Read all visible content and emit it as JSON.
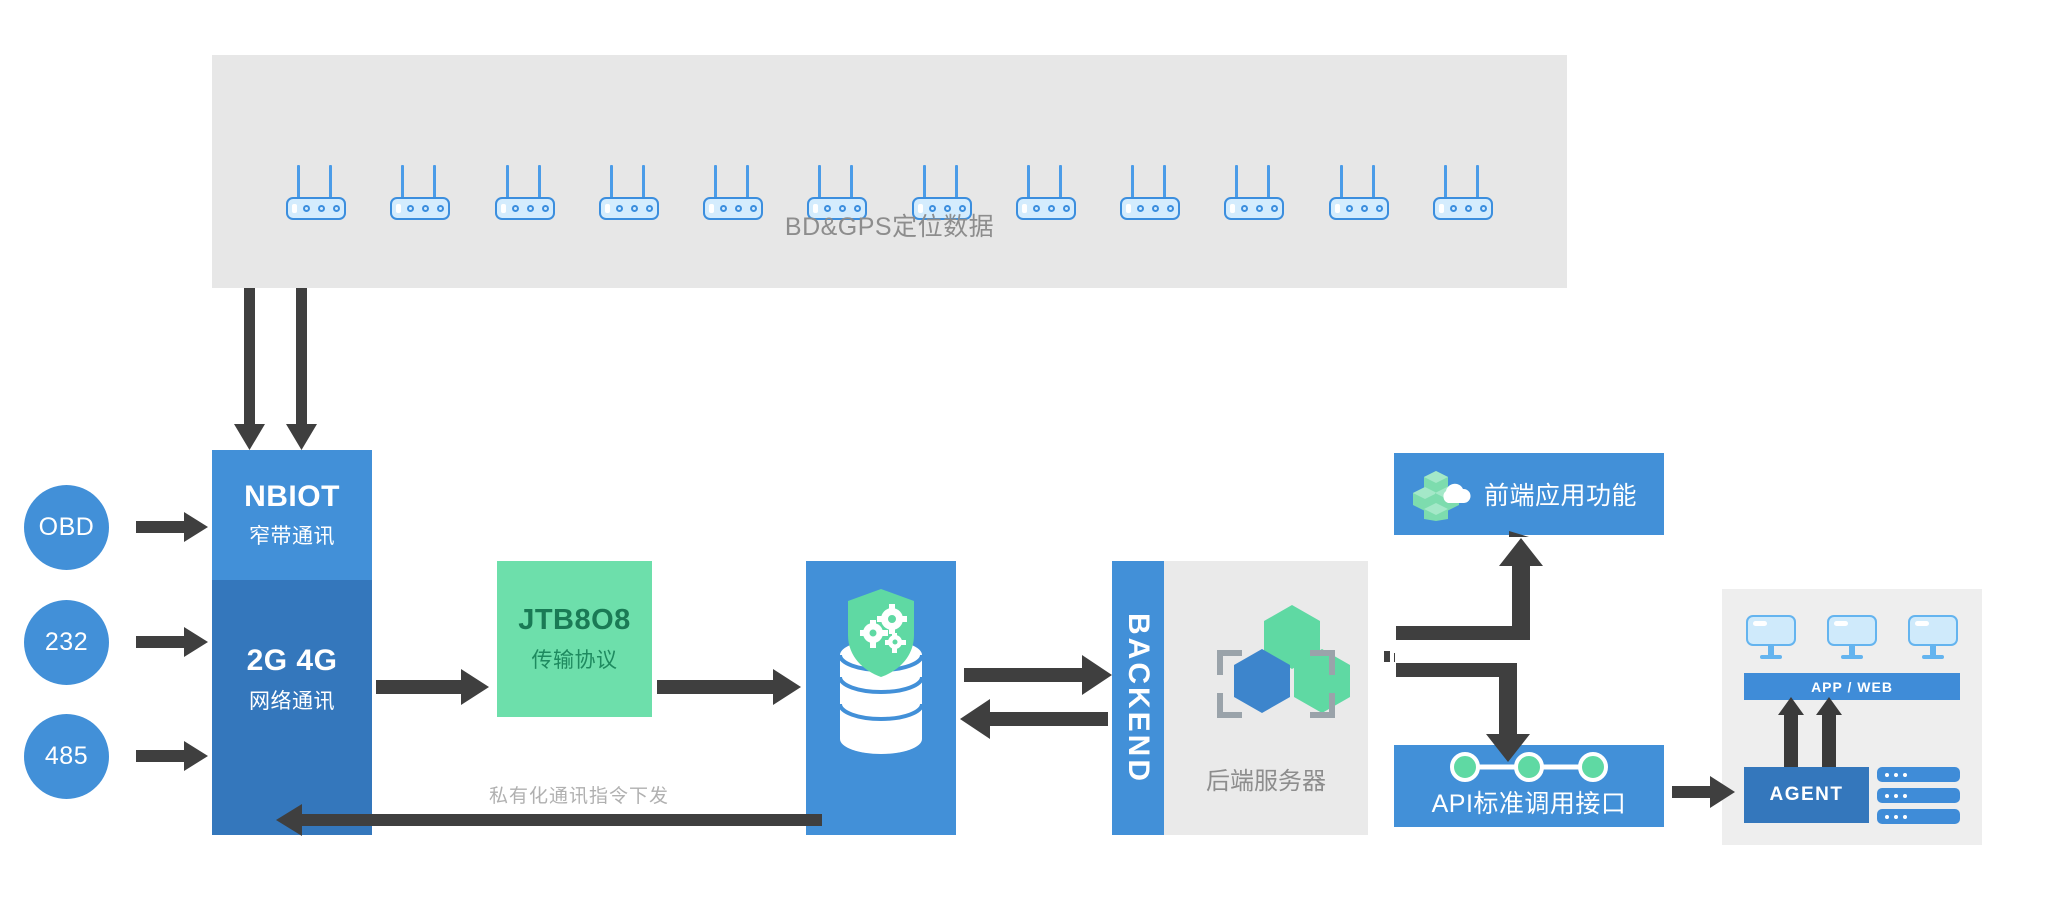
{
  "diagram": {
    "title": "IoT vehicle telematics architecture",
    "colors": {
      "blue": "#4290d8",
      "blue_dark": "#3477bc",
      "green": "#6ddfab",
      "green_dark": "#1a7a55",
      "gray_band": "#e7e7e7",
      "gray_panel": "#eaeaea",
      "arrow": "#404040",
      "label_gray": "#8d8d8d"
    }
  },
  "gps_band": {
    "label": "BD&GPS定位数据",
    "device_icon": "router-icon",
    "device_count": 12
  },
  "sources": [
    {
      "id": "obd",
      "label": "OBD"
    },
    {
      "id": "232",
      "label": "232"
    },
    {
      "id": "485",
      "label": "485"
    }
  ],
  "nbiot": {
    "top": {
      "title": "NBIOT",
      "subtitle": "窄带通讯"
    },
    "bottom": {
      "title": "2G 4G",
      "subtitle": "网络通讯"
    }
  },
  "protocol": {
    "title": "JTB8O8",
    "subtitle": "传输协议"
  },
  "database": {
    "icon": "secure-database-icon"
  },
  "backend": {
    "strip_label": "BACKEND",
    "label": "后端服务器",
    "icon": "hexagon-cluster-icon"
  },
  "frontend": {
    "label": "前端应用功能",
    "icon": "cloud-cubes-icon"
  },
  "api": {
    "label": "API标准调用接口",
    "icon": "node-chain-icon"
  },
  "agent_panel": {
    "appweb_label": "APP / WEB",
    "agent_label": "AGENT",
    "monitor_count": 3,
    "rack_count": 3
  },
  "annotations": {
    "downlink_command": "私有化通讯指令下发"
  }
}
